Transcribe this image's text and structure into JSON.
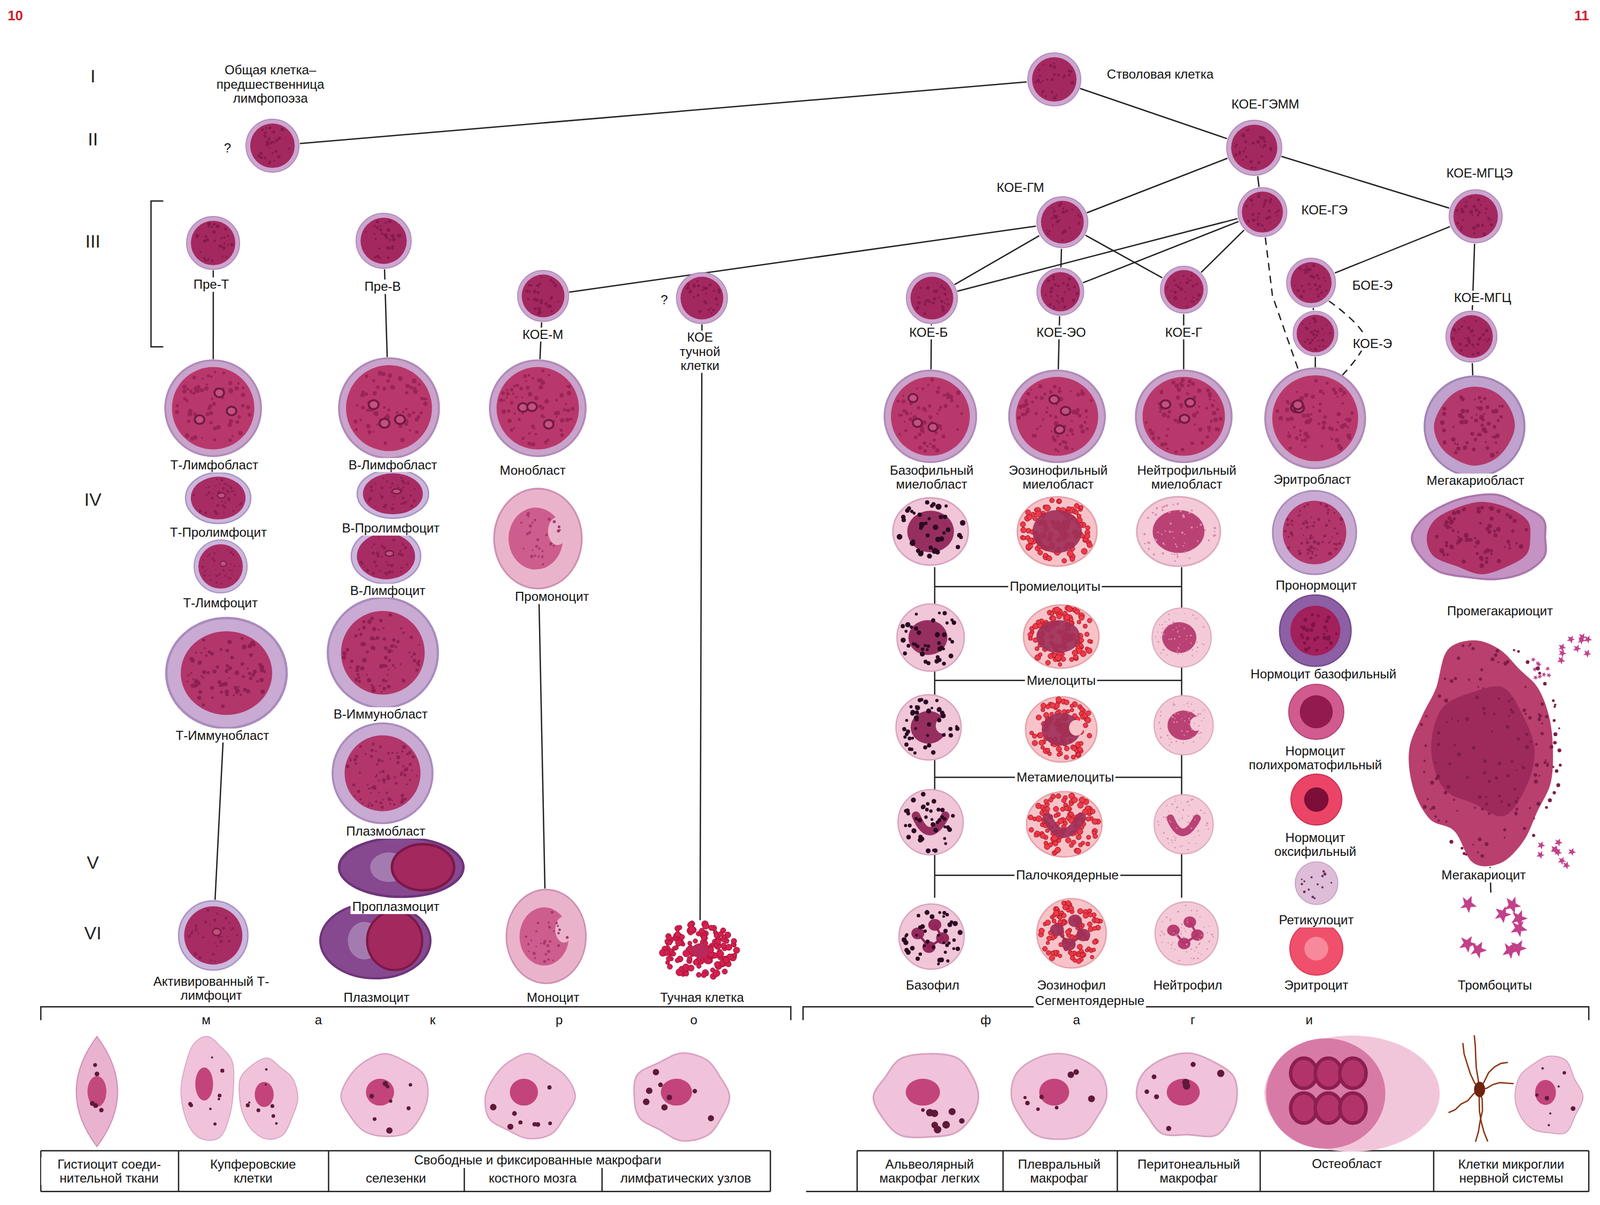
{
  "diagram": {
    "nodes": [
      {
        "text": [
          "Общая клетка– предшественница лимфопоэза",
          "?"
        ]
      },
      {
        "text": [
          "Стволовая клетка"
        ]
      },
      {
        "text": [
          "КОЕ-ГЭММ"
        ]
      },
      {
        "text": [
          "КОЕ-ГМ"
        ]
      },
      {
        "text": [
          "КОЕ-ГЭ"
        ]
      },
      {
        "text": [
          "КОЕ-МГЦЭ"
        ]
      },
      {
        "text": [
          "Пре-Т"
        ]
      },
      {
        "text": [
          "Пре-В"
        ]
      },
      {
        "text": [
          "КОЕ-М"
        ]
      },
      {
        "text": [
          "?",
          "КОЕ тучной клетки"
        ]
      },
      {
        "text": [
          "КОЕ-Б"
        ]
      },
      {
        "text": [
          "КОЕ-ЭО"
        ]
      },
      {
        "text": [
          "КОЕ-Г"
        ]
      },
      {
        "text": [
          "БОЕ-Э"
        ]
      },
      {
        "text": [
          "КОЕ-МГЦ"
        ]
      },
      {
        "text": [
          "КОЕ-Э"
        ]
      },
      {
        "text": [
          "Т-Лимфобласт"
        ]
      },
      {
        "text": [
          "В-Лимфобласт"
        ]
      },
      {
        "text": [
          "Монобласт"
        ]
      },
      {
        "text": [
          "Базофильный миелобласт"
        ]
      },
      {
        "text": [
          "Эозинофильный миелобласт"
        ]
      },
      {
        "text": [
          "Нейтрофильный миелобласт"
        ]
      },
      {
        "text": [
          "Эритробласт"
        ]
      },
      {
        "text": [
          "Мегакариобласт"
        ]
      },
      {
        "text": [
          "Т-Пролимфоцит"
        ]
      },
      {
        "text": [
          "В-Пролимфоцит"
        ]
      },
      {
        "text": [
          "Промоноцит"
        ]
      },
      {
        "text": [
          "Пронормоцит"
        ]
      },
      {
        "text": [
          "Промегакариоцит"
        ]
      },
      {
        "text": [
          "Т-Лимфоцит"
        ]
      },
      {
        "text": [
          "В-Лимфоцит"
        ]
      },
      {
        "text": [
          "Т-Иммунобласт"
        ]
      },
      {
        "text": [
          "В-Иммунобласт"
        ]
      },
      {
        "text": [
          "Нормоцит базофильный"
        ]
      },
      {
        "text": [
          "Нормоцит полихроматофильный"
        ]
      },
      {
        "text": [
          "Плазмобласт"
        ]
      },
      {
        "text": [
          "Нормоцит оксифильный"
        ]
      },
      {
        "text": [
          "Мегакариоцит"
        ]
      },
      {
        "text": [
          "Проплазмоцит"
        ]
      },
      {
        "text": [
          "Ретикулоцит"
        ]
      },
      {
        "text": [
          "Активированный Т-лимфоцит"
        ]
      },
      {
        "text": [
          "Плазмоцит"
        ]
      },
      {
        "text": [
          "Моноцит"
        ]
      },
      {
        "text": [
          "Тучная клетка"
        ]
      },
      {
        "text": [
          "Базофил"
        ]
      },
      {
        "text": [
          "Эозинофил"
        ]
      },
      {
        "text": [
          "Нейтрофил"
        ]
      },
      {
        "text": [
          "Эритроцит"
        ]
      },
      {
        "text": [
          "Тромбоциты"
        ]
      }
    ],
    "edges": [
      {
        "from": 1,
        "to": 0,
        "arrow": "none"
      },
      {
        "from": 1,
        "to": 2,
        "arrow": "none"
      },
      {
        "from": 2,
        "to": 3,
        "arrow": "none"
      },
      {
        "from": 2,
        "to": 4,
        "arrow": "none"
      },
      {
        "from": 2,
        "to": 5,
        "arrow": "none"
      },
      {
        "from": 3,
        "to": 8,
        "arrow": "none"
      },
      {
        "from": 3,
        "to": 10,
        "arrow": "none"
      },
      {
        "from": 3,
        "to": 11,
        "arrow": "none"
      },
      {
        "from": 3,
        "to": 12,
        "arrow": "none"
      },
      {
        "from": 4,
        "to": 10,
        "arrow": "none"
      },
      {
        "from": 4,
        "to": 11,
        "arrow": "none"
      },
      {
        "from": 4,
        "to": 12,
        "arrow": "none"
      },
      {
        "from": 4,
        "to": 22,
        "arrow": "none"
      },
      {
        "from": 5,
        "to": 13,
        "arrow": "none"
      },
      {
        "from": 5,
        "to": 14,
        "arrow": "none"
      },
      {
        "from": 13,
        "to": 15,
        "arrow": "none"
      },
      {
        "from": 15,
        "to": 22,
        "arrow": "none"
      },
      {
        "from": 13,
        "to": 22,
        "arrow": "none"
      },
      {
        "from": 6,
        "to": 16,
        "arrow": "none"
      },
      {
        "from": 7,
        "to": 17,
        "arrow": "none"
      },
      {
        "from": 8,
        "to": 18,
        "arrow": "none"
      },
      {
        "from": 9,
        "to": 43,
        "arrow": "none"
      },
      {
        "from": 10,
        "to": 19,
        "arrow": "none"
      },
      {
        "from": 11,
        "to": 20,
        "arrow": "none"
      },
      {
        "from": 12,
        "to": 21,
        "arrow": "none"
      },
      {
        "from": 14,
        "to": 23,
        "arrow": "none"
      },
      {
        "from": 31,
        "to": 40,
        "arrow": "none"
      },
      {
        "from": 26,
        "to": 42,
        "arrow": "none"
      },
      {
        "from": 37,
        "to": 48,
        "arrow": "none"
      }
    ],
    "labels": [
      "10",
      "11",
      "I",
      "II",
      "III",
      "IV",
      "V",
      "VI",
      "Промиелоциты",
      "Миелоциты",
      "Метамиелоциты",
      "Палочкоядерные",
      "Сегментоядерные",
      "м",
      "а",
      "к",
      "р",
      "о",
      "ф",
      "а",
      "г",
      "и",
      "Гистиоцит соеди- нительной ткани",
      "Купферовские клетки",
      "Свободные и фиксированные макрофаги",
      "селезенки",
      "костного мозга",
      "лимфатических узлов",
      "Альвеолярный макрофаг легких",
      "Плевральный макрофаг",
      "Перитонеальный макрофаг",
      "Остеобласт",
      "Клетки микроглии нервной системы"
    ]
  }
}
